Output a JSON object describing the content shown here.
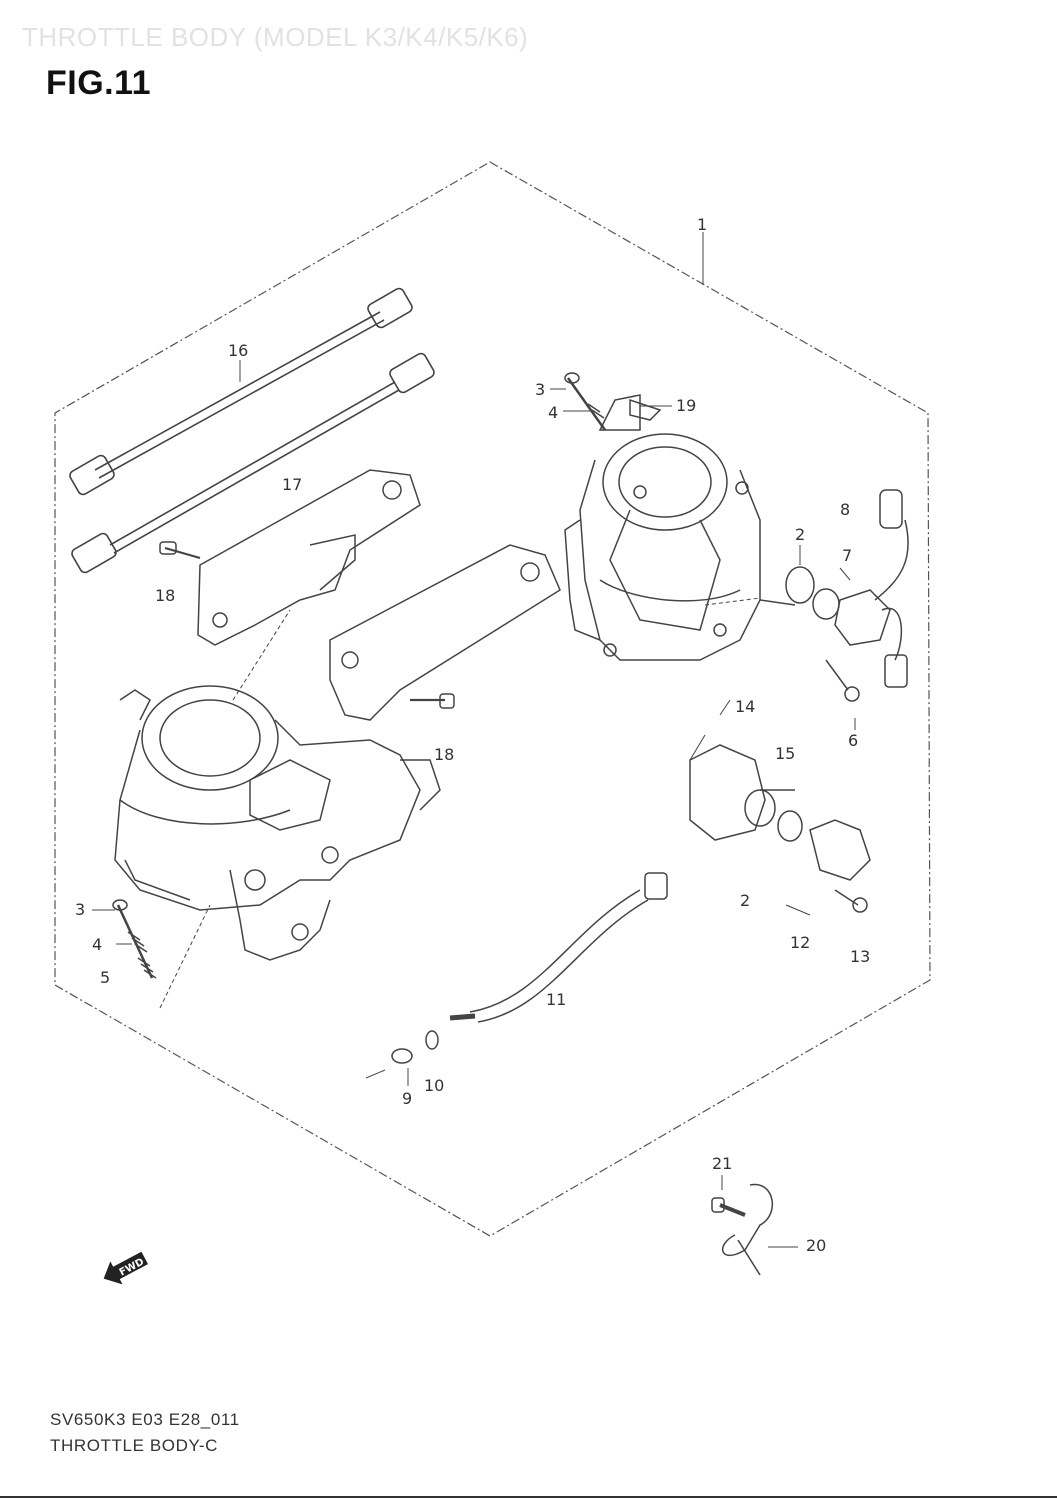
{
  "header": {
    "faded_title": "THROTTLE BODY (MODEL K3/K4/K5/K6)",
    "figure_title": "FIG.11"
  },
  "callouts": [
    {
      "id": "1",
      "text": "1"
    },
    {
      "id": "2a",
      "text": "2"
    },
    {
      "id": "2b",
      "text": "2"
    },
    {
      "id": "3a",
      "text": "3"
    },
    {
      "id": "3b",
      "text": "3"
    },
    {
      "id": "4a",
      "text": "4"
    },
    {
      "id": "4b",
      "text": "4"
    },
    {
      "id": "5",
      "text": "5"
    },
    {
      "id": "6",
      "text": "6"
    },
    {
      "id": "7",
      "text": "7"
    },
    {
      "id": "8",
      "text": "8"
    },
    {
      "id": "9",
      "text": "9"
    },
    {
      "id": "10",
      "text": "10"
    },
    {
      "id": "11",
      "text": "11"
    },
    {
      "id": "12",
      "text": "12"
    },
    {
      "id": "13",
      "text": "13"
    },
    {
      "id": "14",
      "text": "14"
    },
    {
      "id": "15",
      "text": "15"
    },
    {
      "id": "16",
      "text": "16"
    },
    {
      "id": "17",
      "text": "17"
    },
    {
      "id": "18a",
      "text": "18"
    },
    {
      "id": "18b",
      "text": "18"
    },
    {
      "id": "19",
      "text": "19"
    },
    {
      "id": "20",
      "text": "20"
    },
    {
      "id": "21",
      "text": "21"
    }
  ],
  "fwd_badge": "FWD",
  "footer": {
    "reference": "SV650K3 E03 E28_011",
    "name": "THROTTLE BODY-C"
  }
}
